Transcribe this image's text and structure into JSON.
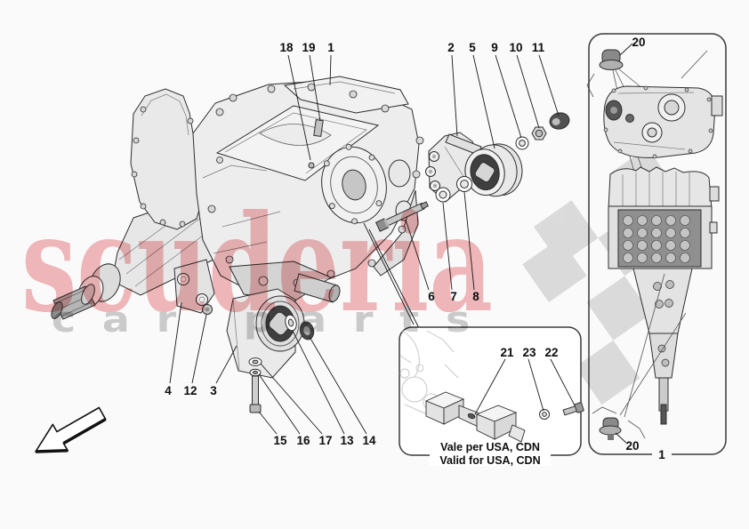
{
  "watermark": {
    "brand": "scuderia",
    "tagline": "car parts",
    "brand_color": "#e25b60",
    "tagline_color": "#c9c9c9"
  },
  "note_box": {
    "line1": "Vale per USA, CDN",
    "line2": "Valid for USA, CDN"
  },
  "callouts": {
    "n1": "1",
    "n2": "2",
    "n3": "3",
    "n4": "4",
    "n5": "5",
    "n6": "6",
    "n7": "7",
    "n8": "8",
    "n9": "9",
    "n10": "10",
    "n11": "11",
    "n12": "12",
    "n13": "13",
    "n14": "14",
    "n15": "15",
    "n16": "16",
    "n17": "17",
    "n18": "18",
    "n19": "19",
    "n20": "20",
    "n21": "21",
    "n22": "22",
    "n23": "23"
  },
  "colors": {
    "check": "#d9d9d9",
    "line": "#2e2e2e",
    "panel_border": "#3a3a3a",
    "part_light": "#efefef",
    "part_mid": "#e3e3e3",
    "part_dark": "#454545"
  }
}
